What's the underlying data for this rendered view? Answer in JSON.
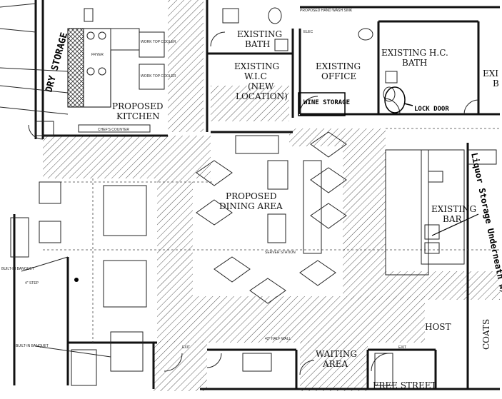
{
  "rooms": {
    "existing_bath": "EXISTING",
    "existing_bath_2": "BATH",
    "existing_wic_1": "EXISTING",
    "existing_wic_2": "W.I.C",
    "existing_wic_3": "(NEW",
    "existing_wic_4": "LOCATION)",
    "existing_office_1": "EXISTING",
    "existing_office_2": "OFFICE",
    "existing_hc_bath_1": "EXISTING H.C.",
    "existing_hc_bath_2": "BATH",
    "proposed_kitchen_1": "PROPOSED",
    "proposed_kitchen_2": "KITCHEN",
    "proposed_dining_1": "PROPOSED",
    "proposed_dining_2": "DINING AREA",
    "existing_bar_1": "EXISTING",
    "existing_bar_2": "BAR",
    "waiting_area_1": "WAITING",
    "waiting_area_2": "AREA",
    "host": "HOST",
    "coats": "COATS",
    "free_street": "FREE STREET",
    "exi_partial": "EXI",
    "b_partial": "B"
  },
  "small_labels": {
    "chefs_counter": "CHEF'S COUNTER",
    "work_top_cooler_1": "WORK TOP COOLER",
    "work_top_cooler_2": "WORK TOP COOLER",
    "fryer": "FRYER",
    "server_station": "SERVER STATION",
    "built_in_banquet_1": "BUILT-IN BANQUET",
    "built_in_banquet_2": "BUILT-IN BANQUET",
    "step": "4\" STEP",
    "exit_1": "EXIT",
    "exit_2": "EXIT",
    "half_wall": "42\" HALF WALL",
    "proposed_hand_wash": "PROPOSED HAND WASH SINK",
    "elec": "ELEC"
  },
  "handwritten": {
    "dry_storage": "DRY STORAGE",
    "wine_storage": "WINE STORAGE",
    "lock_door": "LOCK DOOR",
    "liquor_storage": "Liquor Storage Underneath w/ locks"
  }
}
